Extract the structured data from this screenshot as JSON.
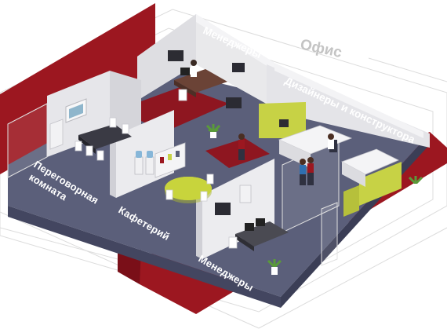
{
  "title": "Офис",
  "labels": {
    "managers_top": "Менеджеры",
    "designers": "Дизайнеры и конструктора",
    "meeting_line1": "Переговорная",
    "meeting_line2": "комната",
    "cafeteria": "Кафетерий",
    "managers_bottom": "Менеджеры"
  },
  "colors": {
    "brand_red": "#9c1720",
    "dark_red": "#7a0f18",
    "floor": "#5b5f7a",
    "wall": "#e9e9eb",
    "wall_side": "#d4d4d8",
    "lime": "#c7d245",
    "round_table": "#c8d43c",
    "outline": "#d8d8d8"
  },
  "icons": [
    "desk-icon",
    "office-chair-icon",
    "plant-icon",
    "water-cooler-icon",
    "round-table-icon",
    "monitor-icon",
    "person-icon",
    "bookshelf-icon",
    "bulletin-board-icon"
  ]
}
